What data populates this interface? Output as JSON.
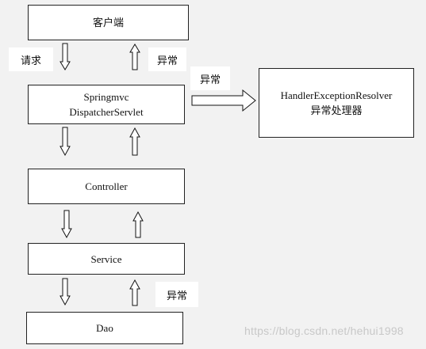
{
  "nodes": {
    "client": "客户端",
    "dispatcher_line1": "Springmvc",
    "dispatcher_line2": "DispatcherServlet",
    "resolver_line1": "HandlerExceptionResolver",
    "resolver_line2": "异常处理器",
    "controller": "Controller",
    "service": "Service",
    "dao": "Dao"
  },
  "labels": {
    "request": "请求",
    "exception_client": "异常",
    "exception_resolver": "异常",
    "exception_dao": "异常"
  },
  "watermark": "https://blog.csdn.net/hehui1998"
}
